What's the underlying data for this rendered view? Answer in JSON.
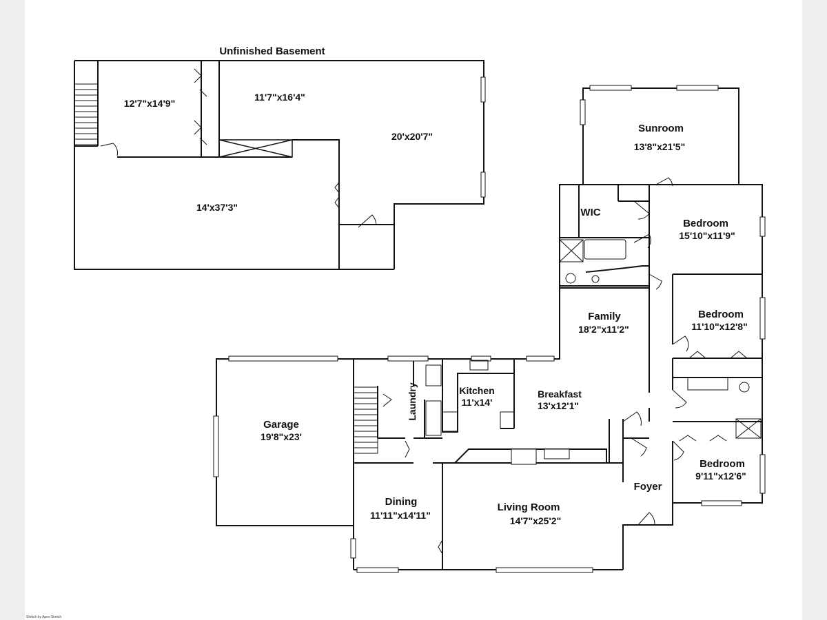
{
  "basement": {
    "title": "Unfinished Basement",
    "rooms": [
      {
        "id": "b1",
        "dims": "12'7\"x14'9\""
      },
      {
        "id": "b2",
        "dims": "11'7\"x16'4\""
      },
      {
        "id": "b3",
        "dims": "20'x20'7\""
      },
      {
        "id": "b4",
        "dims": "14'x37'3\""
      }
    ]
  },
  "main_floor": {
    "rooms": [
      {
        "id": "sunroom",
        "name": "Sunroom",
        "dims": "13'8\"x21'5\""
      },
      {
        "id": "wic",
        "name": "WIC",
        "dims": ""
      },
      {
        "id": "bedroom1",
        "name": "Bedroom",
        "dims": "15'10\"x11'9\""
      },
      {
        "id": "family",
        "name": "Family",
        "dims": "18'2\"x11'2\""
      },
      {
        "id": "bedroom2",
        "name": "Bedroom",
        "dims": "11'10\"x12'8\""
      },
      {
        "id": "kitchen",
        "name": "Kitchen",
        "dims": "11'x14'"
      },
      {
        "id": "laundry",
        "name": "Laundry",
        "dims": ""
      },
      {
        "id": "breakfast",
        "name": "Breakfast",
        "dims": "13'x12'1\""
      },
      {
        "id": "garage",
        "name": "Garage",
        "dims": "19'8\"x23'"
      },
      {
        "id": "bedroom3",
        "name": "Bedroom",
        "dims": "9'11\"x12'6\""
      },
      {
        "id": "foyer",
        "name": "Foyer",
        "dims": ""
      },
      {
        "id": "dining",
        "name": "Dining",
        "dims": "11'11\"x14'11\""
      },
      {
        "id": "living",
        "name": "Living Room",
        "dims": "14'7\"x25'2\""
      }
    ]
  },
  "credit": "Sketch by Apex Sketch"
}
